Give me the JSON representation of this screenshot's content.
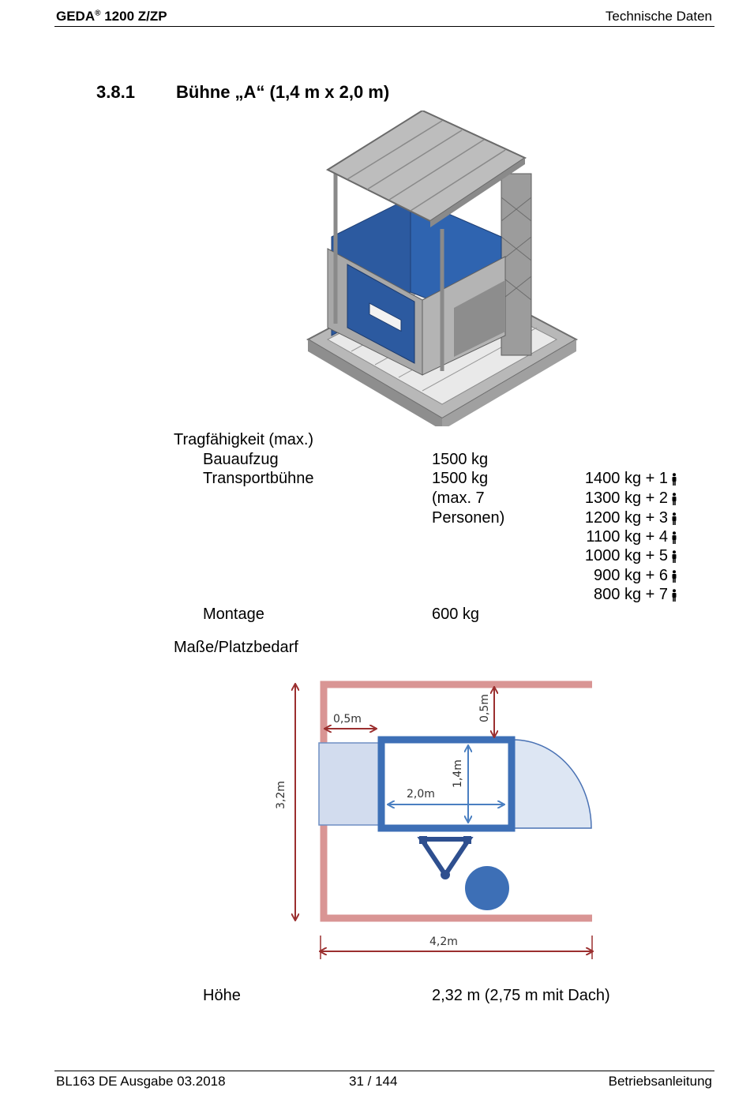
{
  "header": {
    "product_prefix": "GEDA",
    "registered_mark": "®",
    "product_suffix": " 1200 Z/ZP",
    "section": "Technische Daten"
  },
  "section": {
    "number": "3.8.1",
    "title": "Bühne „A“ (1,4 m x 2,0 m)"
  },
  "specs": {
    "capacity_label": "Tragfähigkeit (max.)",
    "bauaufzug_label": "Bauaufzug",
    "bauaufzug_value": "1500 kg",
    "transport_label": "Transportbühne",
    "transport_value": "1500 kg",
    "transport_note_1": "(max. 7",
    "transport_note_2": "Personen)",
    "loads": [
      "1400 kg + 1",
      "1300 kg + 2",
      "1200 kg + 3",
      "1100 kg + 4",
      "1000 kg + 5",
      "900 kg + 6",
      "800 kg + 7"
    ],
    "person_icon": "person-icon",
    "montage_label": "Montage",
    "montage_value": "600 kg",
    "dimensions_label": "Maße/Platzbedarf",
    "height_label": "Höhe",
    "height_value": "2,32 m (2,75 m mit Dach)"
  },
  "diagram": {
    "clearance_side": "0,5m",
    "clearance_top": "0,5m",
    "platform_width": "1,4m",
    "platform_length": "2,0m",
    "total_height": "3,2m",
    "total_width": "4,2m",
    "colors": {
      "wall": "#d99594",
      "dimension": "#9b2f2f",
      "platform": "#3d6fb6",
      "platform_fill": "#dde6f3",
      "door_fill": "#d2dcee",
      "mast": "#2e4f8f",
      "inner_dim": "#4a7fc1"
    }
  },
  "footer": {
    "doc_id": "BL163 DE Ausgabe 03.2018",
    "page": "31 / 144",
    "doc_type": "Betriebsanleitung"
  }
}
